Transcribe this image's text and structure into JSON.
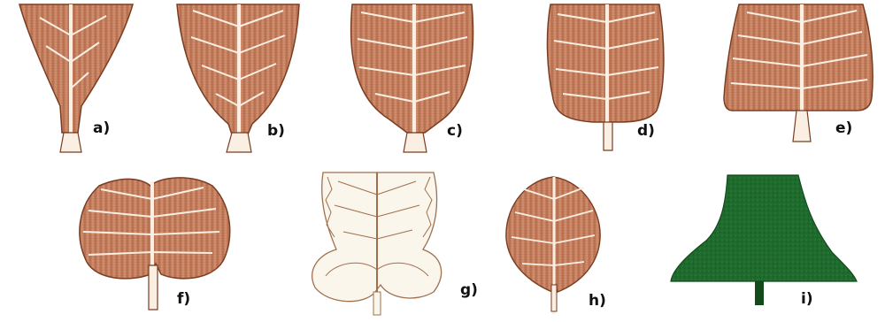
{
  "figure": {
    "labels": {
      "a": "a)",
      "b": "b)",
      "c": "c)",
      "d": "d)",
      "e": "e)",
      "f": "f)",
      "g": "g)",
      "h": "h)",
      "i": "i)"
    },
    "colors": {
      "leaf_fill": "#c98a6a",
      "leaf_dark": "#a4583a",
      "leaf_light": "#efcdb6",
      "vein": "#fbeee3",
      "outline": "#7a3d22",
      "sketch_fill": "#fbf6ec",
      "sketch_line": "#a0704e",
      "green_fill": "#1f6b2d",
      "green_dark": "#124a1c"
    }
  }
}
